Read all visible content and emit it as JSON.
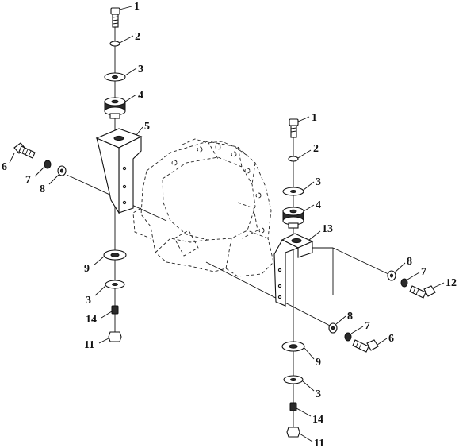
{
  "callouts": {
    "left_1": "1",
    "left_2": "2",
    "left_3_top": "3",
    "left_4": "4",
    "left_5": "5",
    "left_6": "6",
    "left_7": "7",
    "left_8": "8",
    "left_9": "9",
    "left_3_bottom": "3",
    "left_14": "14",
    "left_11": "11",
    "right_1": "1",
    "right_2": "2",
    "right_3_top": "3",
    "right_4": "4",
    "right_13": "13",
    "right_8_upper": "8",
    "right_7_upper": "7",
    "right_12": "12",
    "right_8_lower": "8",
    "right_7_lower": "7",
    "right_6": "6",
    "right_9": "9",
    "right_3_bottom": "3",
    "right_14": "14",
    "right_11": "11"
  }
}
